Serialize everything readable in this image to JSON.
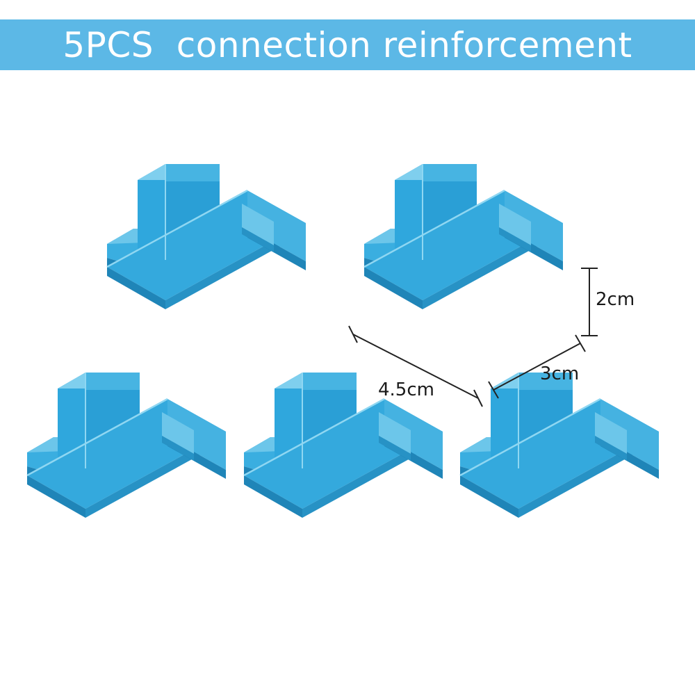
{
  "banner": {
    "title": "5PCS  connection reinforcement",
    "background_color": "#5cb8e6",
    "text_color": "#ffffff"
  },
  "product": {
    "name": "connection-reinforcement-clip",
    "color_main": "#2fa7dd",
    "color_light": "#6cc6ea",
    "color_dark": "#1b7fb0",
    "count": 5,
    "quantity_label": "5PCS",
    "description_label": "connection reinforcement"
  },
  "dimensions": {
    "height": "2cm",
    "depth": "3cm",
    "width": "4.5cm",
    "line_color": "#222222"
  },
  "background": {
    "page_color": "#ffffff"
  }
}
